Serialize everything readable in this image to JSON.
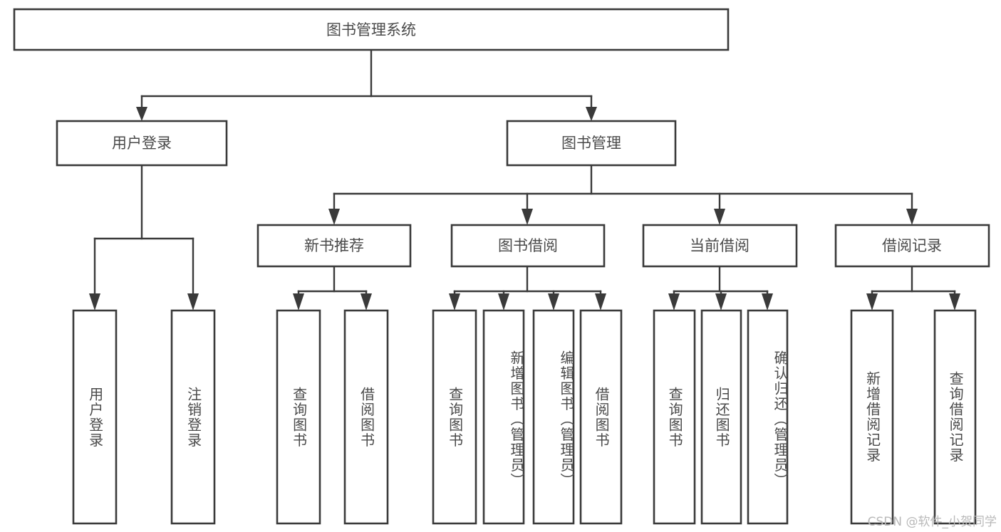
{
  "diagram": {
    "title": "图书管理系统",
    "type": "tree-hierarchy",
    "watermark": "CSDN @软件_小贺同学",
    "colors": {
      "box_stroke": "#3a3a3a",
      "box_fill": "#ffffff",
      "text": "#4a4a4a",
      "background": "#ffffff",
      "watermark_text": "#b9b9b9"
    },
    "nodes": {
      "root": {
        "label": "图书管理系统"
      },
      "level2": [
        {
          "label": "用户登录"
        },
        {
          "label": "图书管理"
        }
      ],
      "level3": [
        {
          "label": "新书推荐"
        },
        {
          "label": "图书借阅"
        },
        {
          "label": "当前借阅"
        },
        {
          "label": "借阅记录"
        }
      ],
      "leaves": {
        "user_login": [
          {
            "label": "用户登录"
          },
          {
            "label": "注销登录"
          }
        ],
        "new_book_recommend": [
          {
            "label": "查询图书"
          },
          {
            "label": "借阅图书"
          }
        ],
        "book_borrow": [
          {
            "label": "查询图书"
          },
          {
            "label": "新增图书（管理员）"
          },
          {
            "label": "编辑图书（管理员）"
          },
          {
            "label": "借阅图书"
          }
        ],
        "current_borrow": [
          {
            "label": "查询图书"
          },
          {
            "label": "归还图书"
          },
          {
            "label": "确认归还（管理员）"
          }
        ],
        "borrow_record": [
          {
            "label": "新增借阅记录"
          },
          {
            "label": "查询借阅记录"
          }
        ]
      }
    }
  }
}
